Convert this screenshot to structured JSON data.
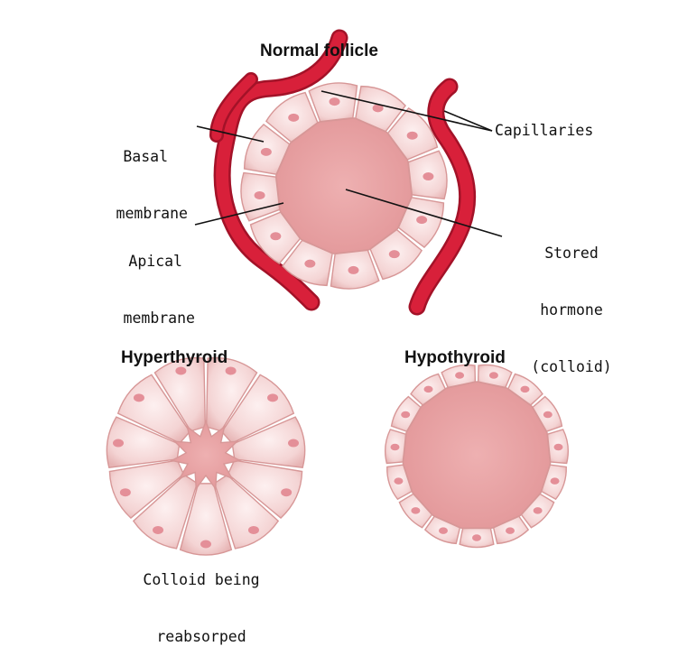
{
  "titles": {
    "normal": "Normal follicle",
    "hyper": "Hyperthyroid",
    "hypo": "Hypothyroid"
  },
  "labels": {
    "basal_1": "Basal",
    "basal_2": "membrane",
    "apical_1": "Apical",
    "apical_2": "membrane",
    "capillaries": "Capillaries",
    "stored_1": "Stored",
    "stored_2": "hormone",
    "stored_3": "(colloid)",
    "reabsorbed_1": "Colloid being",
    "reabsorbed_2": "reabsorped"
  },
  "colors": {
    "capillary": "#d42038",
    "capillary_dark": "#9c1024",
    "cell": "#f3d2d2",
    "cell_edge": "#d79797",
    "nucleus": "#e48f98",
    "colloid": "#e8a1a3",
    "leader": "#111111"
  }
}
